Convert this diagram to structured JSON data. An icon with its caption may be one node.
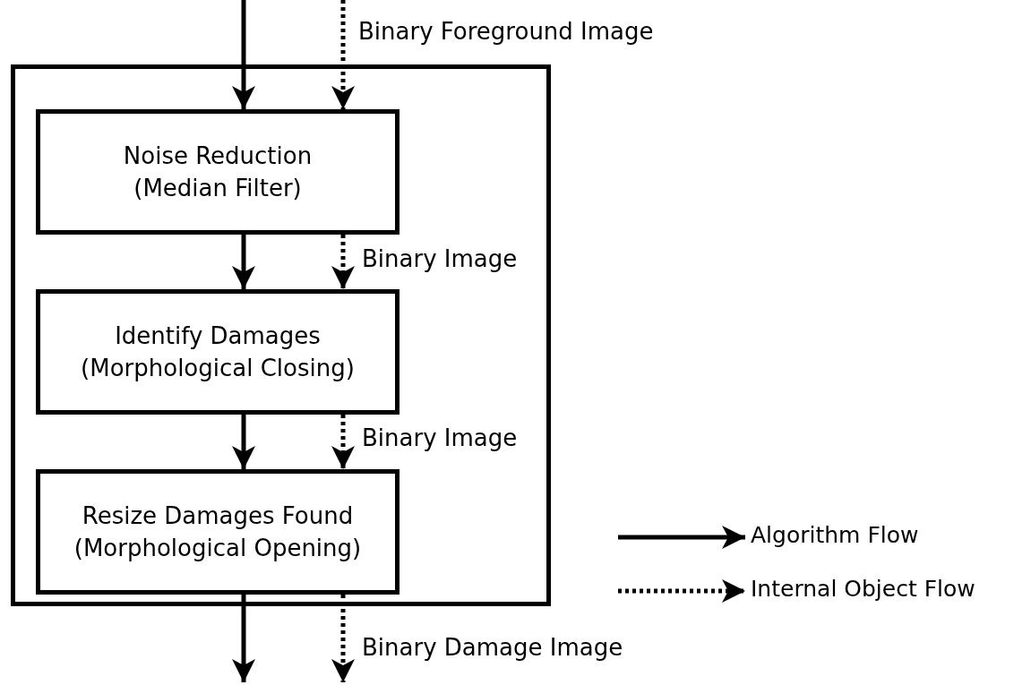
{
  "diagram": {
    "nodes": [
      {
        "text": [],
        "shape": "box"
      },
      {
        "text": [
          "Noise Reduction (Median Filter)"
        ],
        "in": 0
      },
      {
        "text": [
          "Identify Damages (Morphological Closing)"
        ],
        "in": 0
      },
      {
        "text": [
          "Resize Damages Found (Morphological Opening)"
        ],
        "in": 0
      }
    ],
    "edges": [
      {
        "from": null,
        "to": 1,
        "arrow": "to"
      },
      {
        "from": null,
        "to": 1,
        "arrow": "to",
        "style": "dashed",
        "label": "Binary Foreground Image"
      },
      {
        "from": 1,
        "to": 2,
        "arrow": "to"
      },
      {
        "from": 1,
        "to": 2,
        "arrow": "to",
        "style": "dashed",
        "label": "Binary Image"
      },
      {
        "from": 2,
        "to": 3,
        "arrow": "to"
      },
      {
        "from": 2,
        "to": 3,
        "arrow": "to",
        "style": "dashed",
        "label": "Binary Image"
      },
      {
        "from": 3,
        "to": null,
        "arrow": "to"
      },
      {
        "from": 3,
        "to": null,
        "arrow": "to",
        "style": "dashed",
        "label": "Binary Damage Image"
      }
    ],
    "legend": [
      {
        "text": "Algorithm Flow"
      },
      {
        "text": "Internal Object Flow"
      }
    ]
  }
}
